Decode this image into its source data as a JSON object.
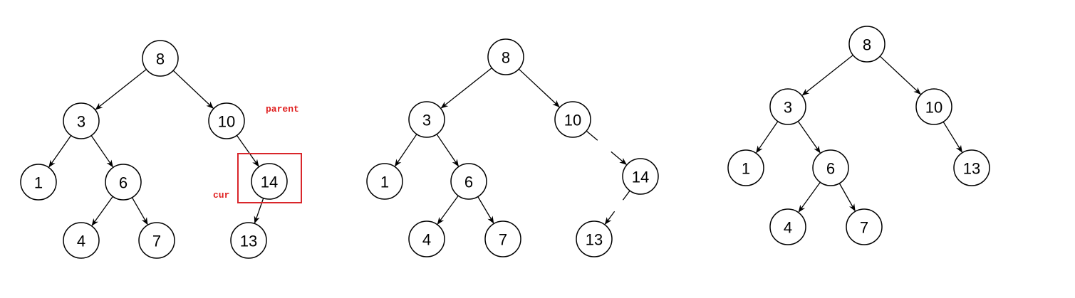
{
  "colors": {
    "annotation": "#e02020",
    "highlight": "#d9262b",
    "node_stroke": "#000000"
  },
  "panels": [
    {
      "id": "before",
      "nodes": [
        {
          "id": "8",
          "label": "8"
        },
        {
          "id": "3",
          "label": "3"
        },
        {
          "id": "10",
          "label": "10"
        },
        {
          "id": "1",
          "label": "1"
        },
        {
          "id": "6",
          "label": "6"
        },
        {
          "id": "14",
          "label": "14"
        },
        {
          "id": "4",
          "label": "4"
        },
        {
          "id": "7",
          "label": "7"
        },
        {
          "id": "13",
          "label": "13"
        }
      ],
      "edges": [
        {
          "from": "8",
          "to": "3"
        },
        {
          "from": "8",
          "to": "10"
        },
        {
          "from": "3",
          "to": "1"
        },
        {
          "from": "3",
          "to": "6"
        },
        {
          "from": "6",
          "to": "4"
        },
        {
          "from": "6",
          "to": "7"
        },
        {
          "from": "10",
          "to": "14"
        },
        {
          "from": "14",
          "to": "13"
        }
      ],
      "annotations": [
        {
          "text": "parent",
          "target": "10"
        },
        {
          "text": "cur",
          "target": "14"
        }
      ],
      "highlight": "14"
    },
    {
      "id": "during",
      "nodes": [
        {
          "id": "8",
          "label": "8"
        },
        {
          "id": "3",
          "label": "3"
        },
        {
          "id": "10",
          "label": "10"
        },
        {
          "id": "1",
          "label": "1"
        },
        {
          "id": "6",
          "label": "6"
        },
        {
          "id": "14",
          "label": "14"
        },
        {
          "id": "4",
          "label": "4"
        },
        {
          "id": "7",
          "label": "7"
        },
        {
          "id": "13",
          "label": "13"
        }
      ],
      "edges": [
        {
          "from": "8",
          "to": "3"
        },
        {
          "from": "8",
          "to": "10"
        },
        {
          "from": "3",
          "to": "1"
        },
        {
          "from": "3",
          "to": "6"
        },
        {
          "from": "6",
          "to": "4"
        },
        {
          "from": "6",
          "to": "7"
        },
        {
          "from": "10",
          "to": "14",
          "broken": true
        },
        {
          "from": "14",
          "to": "13",
          "broken": true
        }
      ],
      "annotations": []
    },
    {
      "id": "after",
      "nodes": [
        {
          "id": "8",
          "label": "8"
        },
        {
          "id": "3",
          "label": "3"
        },
        {
          "id": "10",
          "label": "10"
        },
        {
          "id": "1",
          "label": "1"
        },
        {
          "id": "6",
          "label": "6"
        },
        {
          "id": "13",
          "label": "13"
        },
        {
          "id": "4",
          "label": "4"
        },
        {
          "id": "7",
          "label": "7"
        }
      ],
      "edges": [
        {
          "from": "8",
          "to": "3"
        },
        {
          "from": "8",
          "to": "10"
        },
        {
          "from": "3",
          "to": "1"
        },
        {
          "from": "3",
          "to": "6"
        },
        {
          "from": "6",
          "to": "4"
        },
        {
          "from": "6",
          "to": "7"
        },
        {
          "from": "10",
          "to": "13"
        }
      ],
      "annotations": []
    }
  ]
}
